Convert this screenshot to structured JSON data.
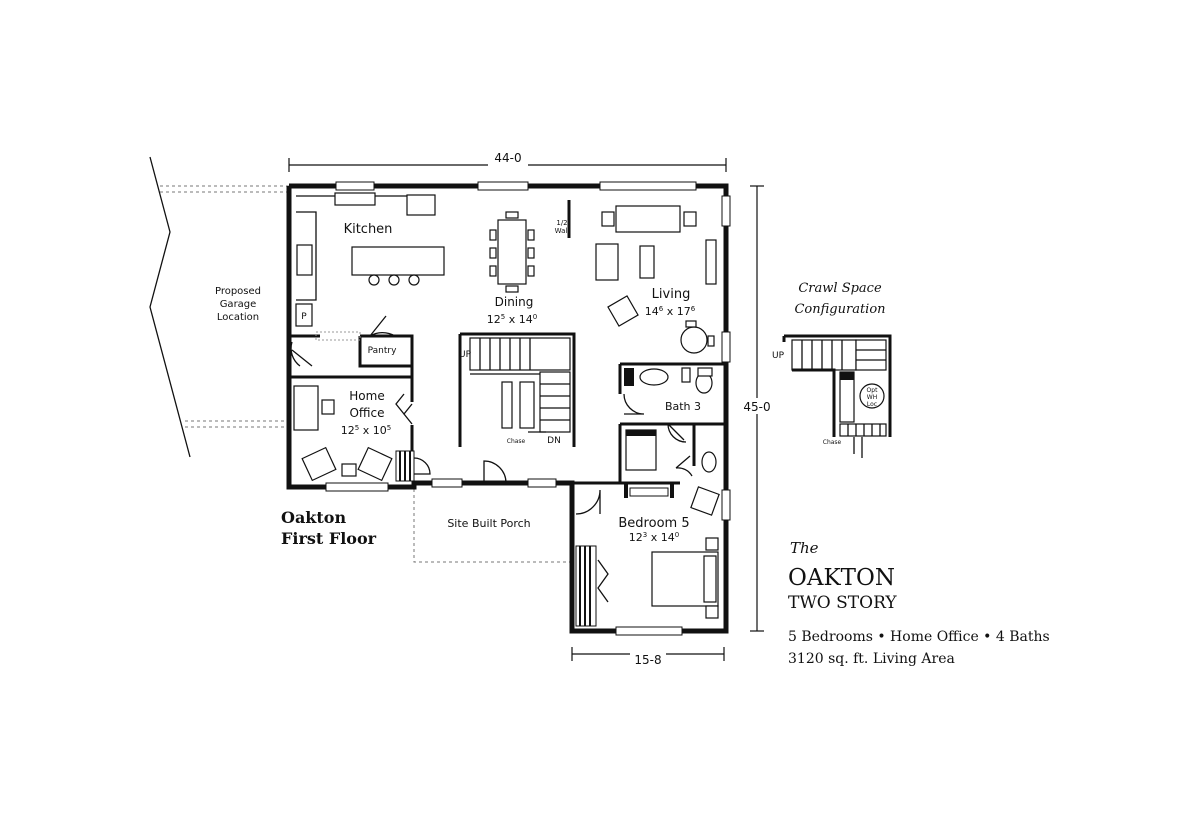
{
  "dimensions": {
    "top": "44-0",
    "right": "45-0",
    "bottom": "15-8"
  },
  "rooms": {
    "kitchen": "Kitchen",
    "dining": "Dining",
    "dining_size_a": "12",
    "dining_size_a_sup": "5",
    "dining_size_x": " x 14",
    "dining_size_b_sup": "0",
    "living": "Living",
    "living_size_a": "14",
    "living_size_a_sup": "6",
    "living_size_x": " x 17",
    "living_size_b_sup": "6",
    "half_wall_1": "1/2",
    "half_wall_2": "Wall",
    "pantry": "Pantry",
    "p_closet": "P",
    "home_office_1": "Home",
    "home_office_2": "Office",
    "office_size_a": "12",
    "office_size_a_sup": "5",
    "office_size_x": " x 10",
    "office_size_b_sup": "5",
    "bath3": "Bath 3",
    "bedroom5": "Bedroom 5",
    "bedroom_size_a": "12",
    "bedroom_size_a_sup": "3",
    "bedroom_size_x": " x 14",
    "bedroom_size_b_sup": "0",
    "porch": "Site Built Porch",
    "garage_1": "Proposed",
    "garage_2": "Garage",
    "garage_3": "Location",
    "stair_up": "UP",
    "stair_dn": "DN",
    "chase": "Chase"
  },
  "crawl_space": {
    "title_1": "Crawl Space",
    "title_2": "Configuration",
    "stair_up": "UP",
    "chase": "Chase",
    "opt_1": "Opt",
    "opt_2": "WH",
    "opt_3": "Loc"
  },
  "floor_label": {
    "line1": "Oakton",
    "line2": "First Floor"
  },
  "branding": {
    "the": "The",
    "name": "OAKTON",
    "style": "TWO STORY",
    "features": "5 Bedrooms • Home Office • 4 Baths",
    "area": "3120 sq. ft. Living Area"
  }
}
